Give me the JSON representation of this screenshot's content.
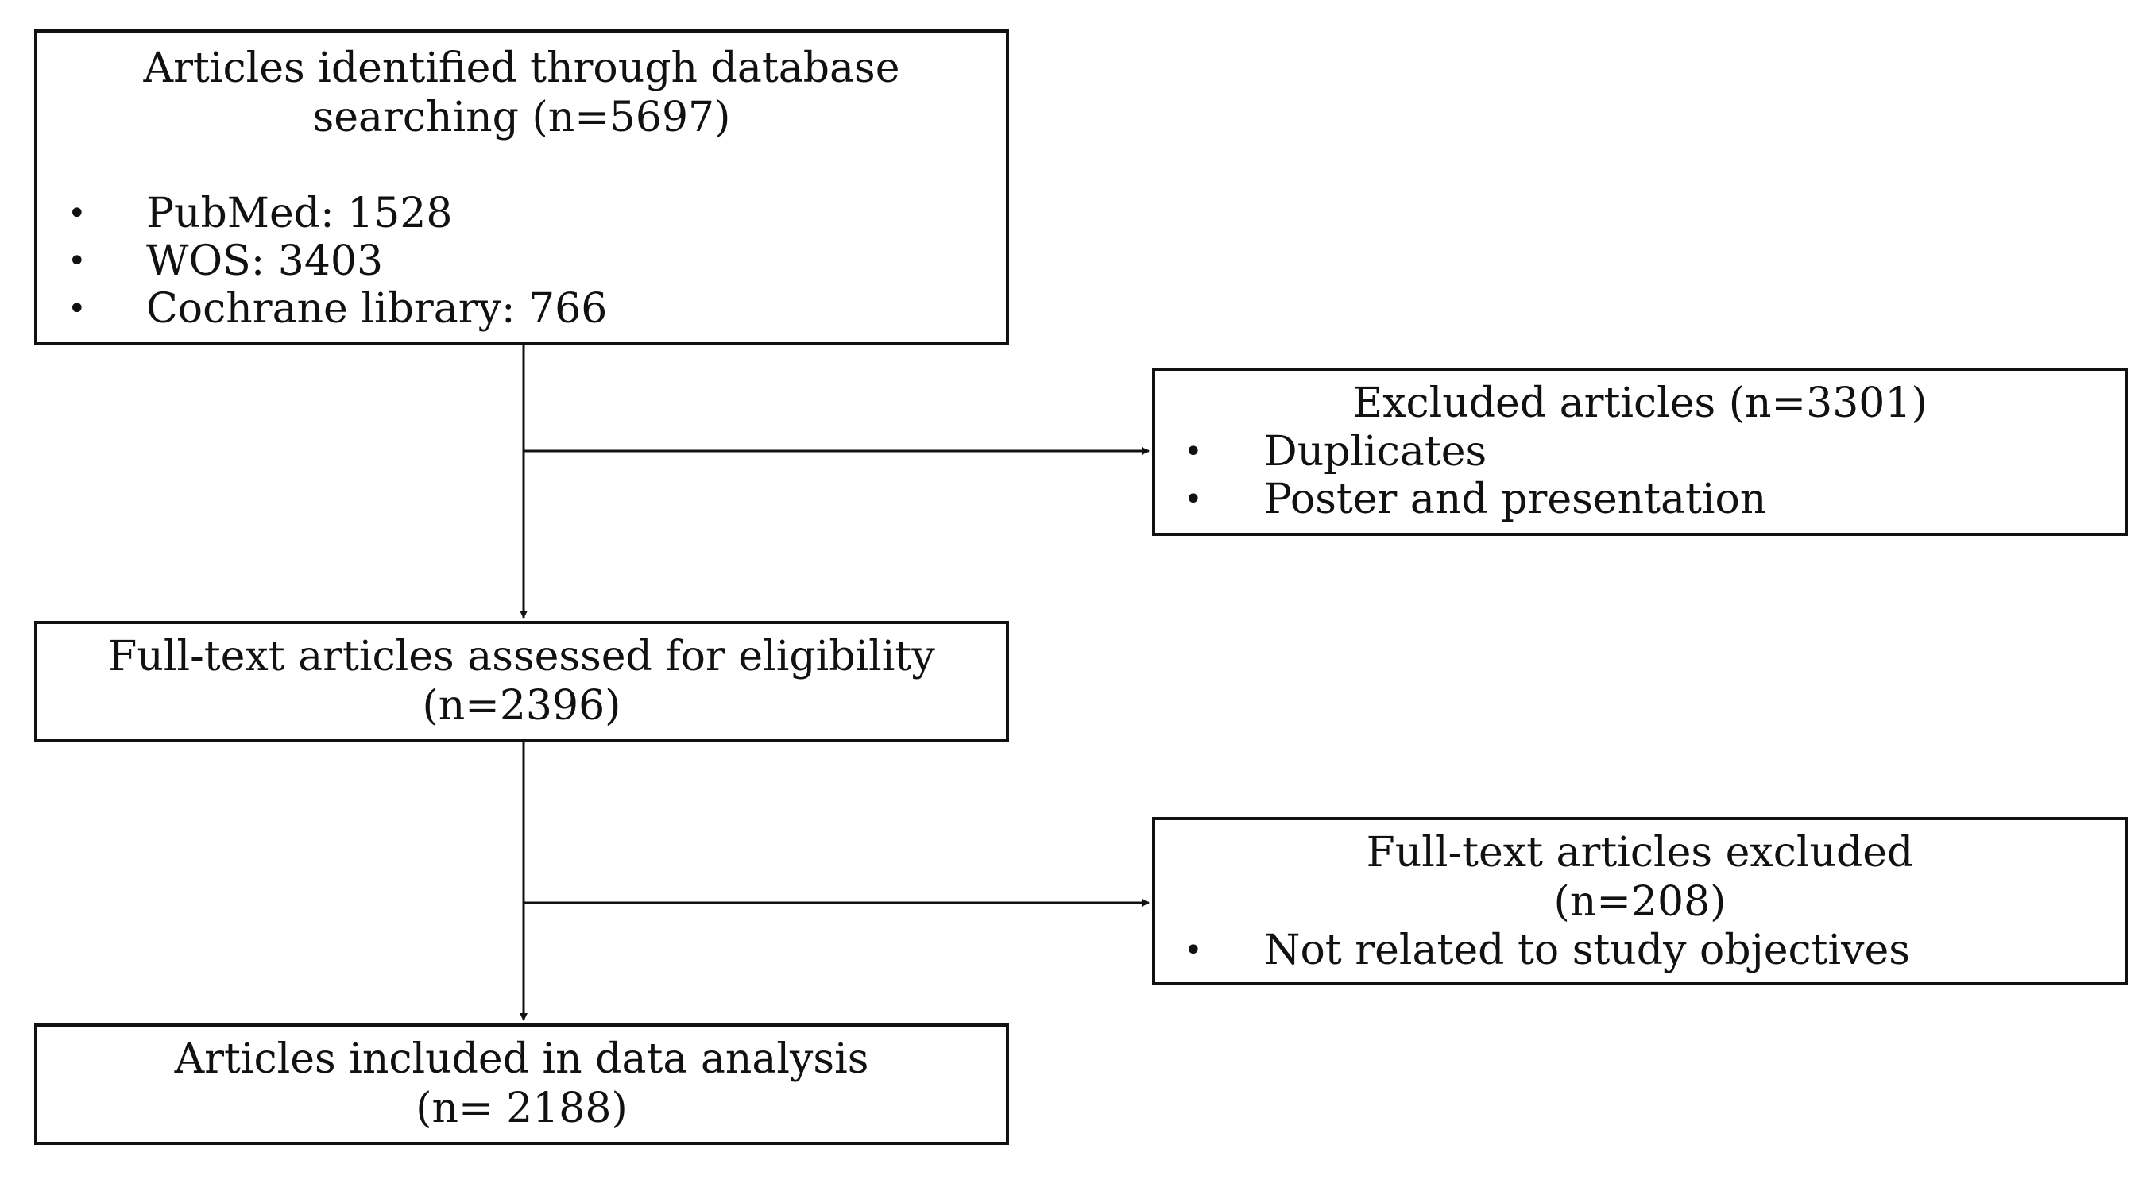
{
  "identified": {
    "title_line1": "Articles identified through database",
    "title_line2": "searching (n=5697)",
    "sources": [
      "PubMed: 1528",
      "WOS: 3403",
      "Cochrane library: 766"
    ]
  },
  "excluded": {
    "title": "Excluded articles (n=3301)",
    "reasons": [
      "Duplicates",
      "Poster and presentation"
    ]
  },
  "eligibility": {
    "title_line1": "Full-text articles assessed for eligibility",
    "title_line2": "(n=2396)"
  },
  "fulltext_excluded": {
    "title_line1": "Full-text articles excluded",
    "title_line2": "(n=208)",
    "reasons": [
      "Not related to study objectives"
    ]
  },
  "included": {
    "title_line1": "Articles included in data analysis",
    "title_line2": "(n= 2188)"
  },
  "bullet_symbol": "•"
}
